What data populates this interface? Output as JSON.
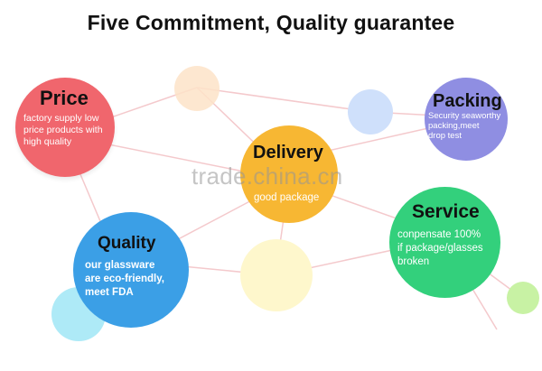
{
  "title": "Five Commitment, Quality guarantee",
  "watermark": "trade.china.cn",
  "nodes": {
    "price": {
      "heading": "Price",
      "lines": [
        "factory supply low",
        "price products with",
        "high quality"
      ],
      "color": "#f0666d"
    },
    "delivery": {
      "heading": "Delivery",
      "lines": [
        "good package"
      ],
      "color": "#f7b733"
    },
    "packing": {
      "heading": "Packing",
      "lines": [
        "Security seaworthy",
        "packing,meet",
        "drop test"
      ],
      "color": "#8f8ee2"
    },
    "service": {
      "heading": "Service",
      "lines": [
        "conpensate 100%",
        "if package/glasses",
        "broken"
      ],
      "color": "#33d07c"
    },
    "quality": {
      "heading": "Quality",
      "lines": [
        "our glassware",
        "are eco-friendly,",
        "meet FDA"
      ],
      "color": "#3b9fe6"
    }
  }
}
